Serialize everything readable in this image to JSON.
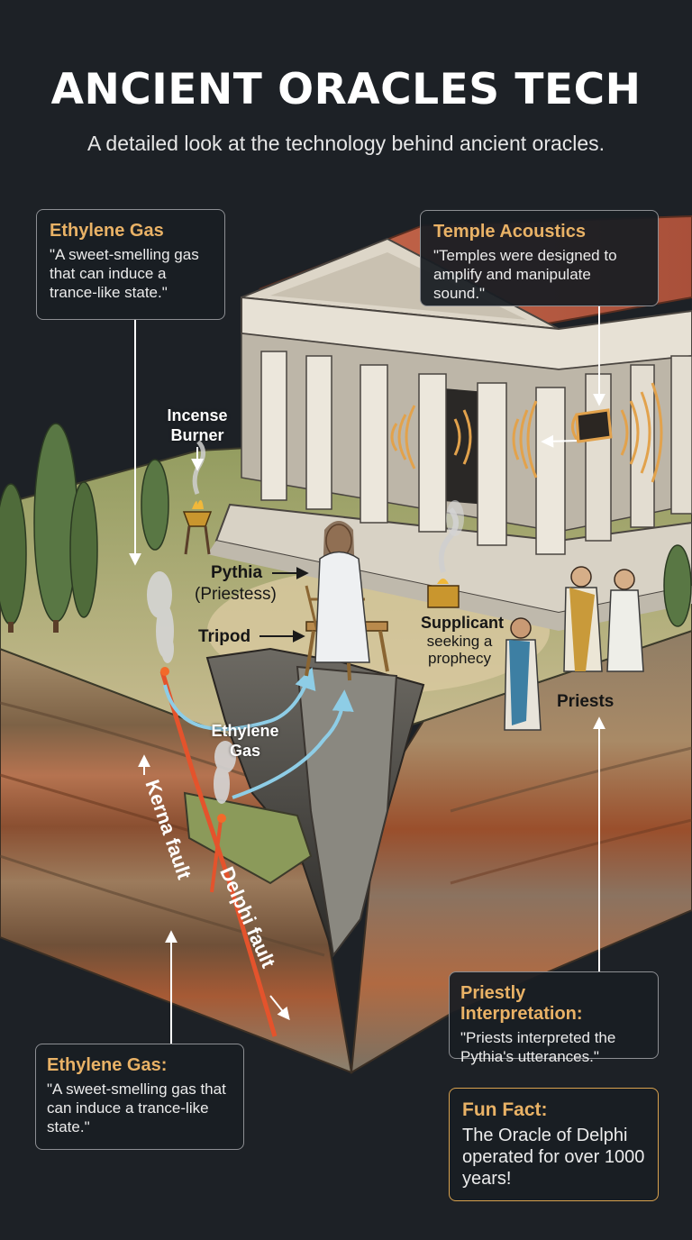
{
  "title": "ANCIENT ORACLES TECH",
  "subtitle": "A detailed look at the technology behind ancient oracles.",
  "callouts": {
    "ethylene_top": {
      "heading": "Ethylene Gas",
      "body": "\"A sweet-smelling gas that can induce a trance-like state.\""
    },
    "acoustics": {
      "heading": "Temple Acoustics",
      "body": "\"Temples were designed to amplify and manipulate sound.\""
    },
    "ethylene_bottom": {
      "heading": "Ethylene Gas:",
      "body": "\"A sweet-smelling gas that can induce a trance-like state.\""
    },
    "interpretation": {
      "heading": "Priestly Interpretation:",
      "body": "\"Priests interpreted the Pythia's utterances.\""
    },
    "fun_fact": {
      "heading": "Fun Fact:",
      "body": "The Oracle of Delphi operated for over 1000 years!"
    }
  },
  "labels": {
    "incense": "Incense Burner",
    "pythia": "Pythia",
    "priestess": "(Priestess)",
    "tripod": "Tripod",
    "supplicant": "Supplicant",
    "supplicant_sub": "seeking a prophecy",
    "priests": "Priests",
    "gas": "Ethylene Gas",
    "kerna_fault": "Kerna fault",
    "delphi_fault": "Delphi fault"
  },
  "colors": {
    "background": "#1d2126",
    "heading_accent": "#e9b266",
    "fault_line": "#e4532c",
    "gas_arrow": "#8ecde6",
    "sound_waves": "#e2a24c"
  }
}
